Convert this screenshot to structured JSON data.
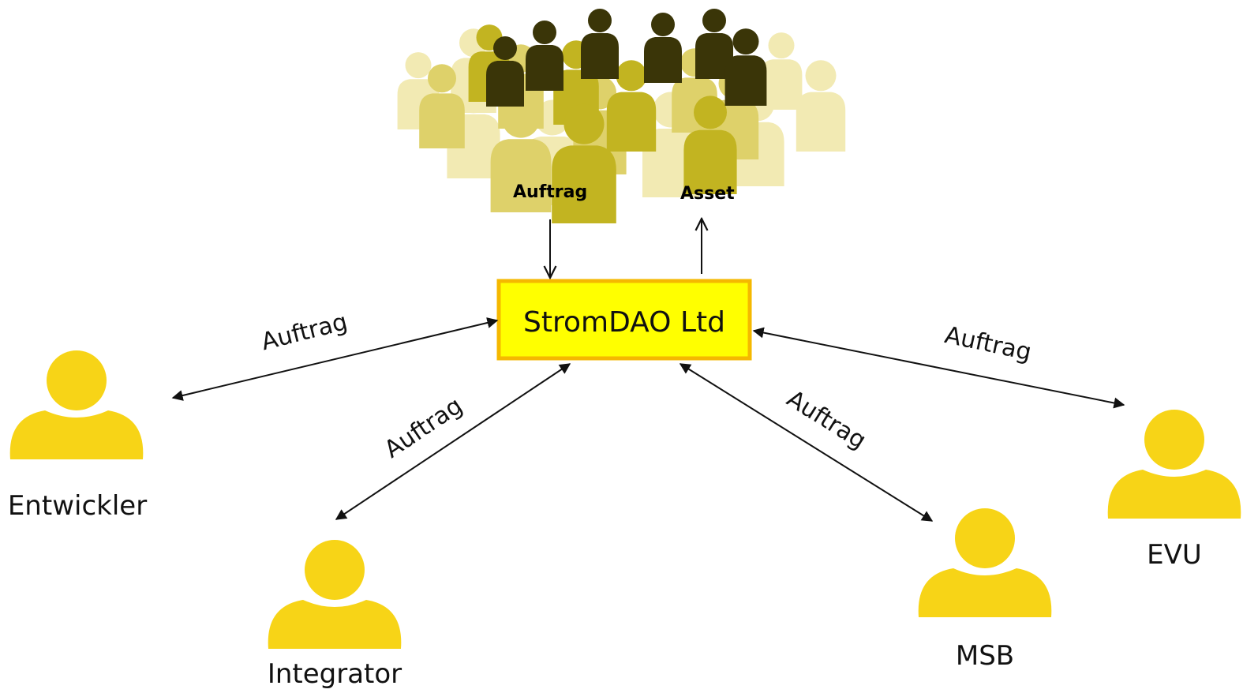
{
  "center_node": {
    "label": "StromDAO Ltd",
    "fill_color": "#ffff00",
    "border_color": "#f5b800"
  },
  "crowd": {
    "icon": "crowd-icon",
    "inbound_label": "Auftrag",
    "outbound_label": "Asset"
  },
  "actors": [
    {
      "id": "entwickler",
      "label": "Entwickler",
      "icon": "person-icon",
      "edge_label": "Auftrag"
    },
    {
      "id": "integrator",
      "label": "Integrator",
      "icon": "person-icon",
      "edge_label": "Auftrag"
    },
    {
      "id": "msb",
      "label": "MSB",
      "icon": "person-icon",
      "edge_label": "Auftrag"
    },
    {
      "id": "evu",
      "label": "EVU",
      "icon": "person-icon",
      "edge_label": "Auftrag"
    }
  ],
  "colors": {
    "person": "#f7d417",
    "crowd_dark": "#3a3508",
    "crowd_mid": "#c9bd2a",
    "crowd_light": "#efe6a0",
    "arrow": "#111111"
  }
}
